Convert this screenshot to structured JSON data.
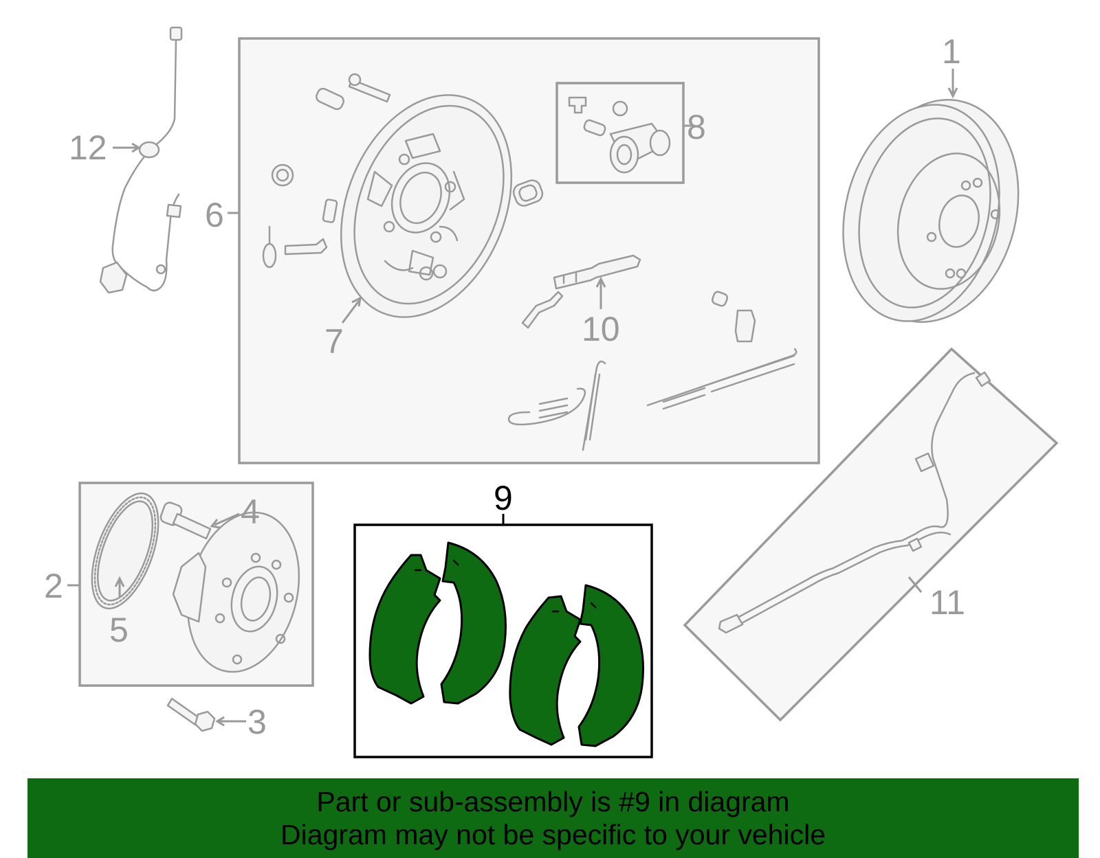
{
  "callouts": [
    {
      "id": "1",
      "label": "1"
    },
    {
      "id": "2",
      "label": "2"
    },
    {
      "id": "3",
      "label": "3"
    },
    {
      "id": "4",
      "label": "4"
    },
    {
      "id": "5",
      "label": "5"
    },
    {
      "id": "6",
      "label": "6"
    },
    {
      "id": "7",
      "label": "7"
    },
    {
      "id": "8",
      "label": "8"
    },
    {
      "id": "9",
      "label": "9"
    },
    {
      "id": "10",
      "label": "10"
    },
    {
      "id": "11",
      "label": "11"
    },
    {
      "id": "12",
      "label": "12"
    }
  ],
  "highlighted_part": "9",
  "colors": {
    "highlight": "#0f6b12",
    "banner": "#0f6b12",
    "inactive_line": "#9a9a9a",
    "active_line": "#000000"
  },
  "banner": {
    "line1": "Part or sub-assembly is #9 in diagram",
    "line2": "Diagram may not be specific to your vehicle"
  }
}
